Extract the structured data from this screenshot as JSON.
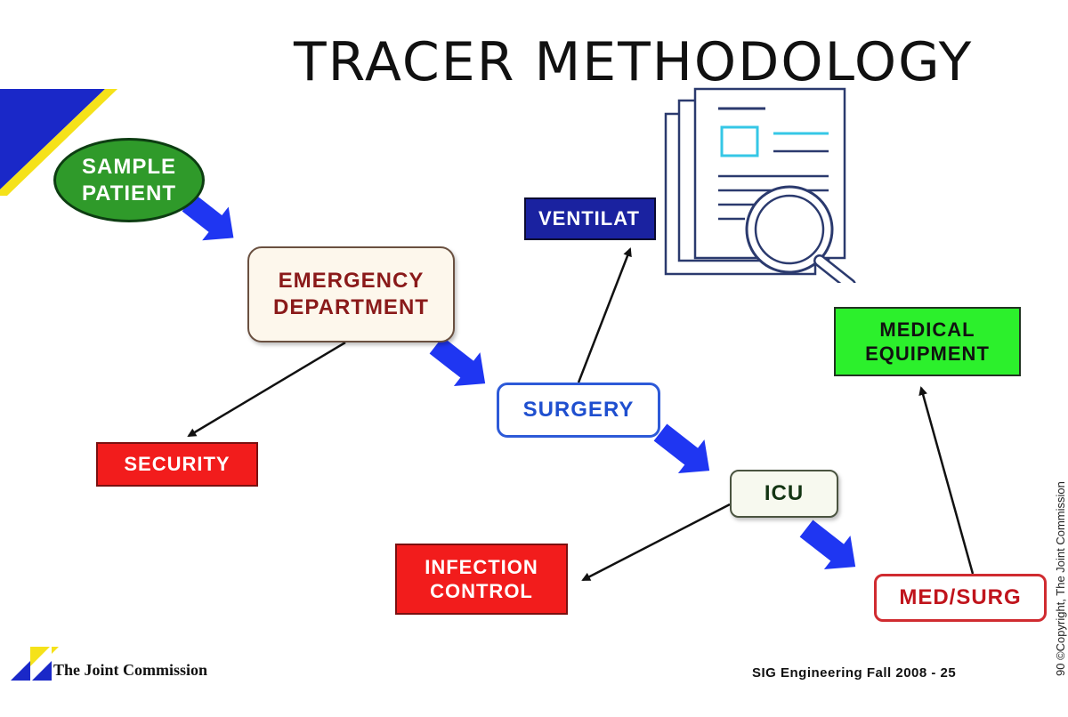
{
  "title": "TRACER METHODOLOGY",
  "nodes": {
    "sample_patient": "SAMPLE\nPATIENT",
    "emergency": "EMERGENCY\nDEPARTMENT",
    "surgery": "SURGERY",
    "icu": "ICU",
    "med_surg": "MED/SURG",
    "security": "SECURITY",
    "infection_control": "INFECTION\nCONTROL",
    "ventilator": "VENTILAT",
    "medical_equipment": "MEDICAL\nEQUIPMENT"
  },
  "footer": {
    "logo_text": "The Joint Commission",
    "slide_ref": "SIG Engineering Fall 2008 - 25",
    "copyright": "90 ©Copyright, The Joint Commission"
  },
  "colors": {
    "flow_arrow": "#1f36f2",
    "corner_blue": "#1a28c8",
    "corner_yellow": "#f5e21a",
    "document_icon": "#2b3a6e",
    "document_accent": "#35c7e6"
  },
  "icons": [
    "document-magnifier-icon",
    "joint-commission-logo-icon"
  ]
}
